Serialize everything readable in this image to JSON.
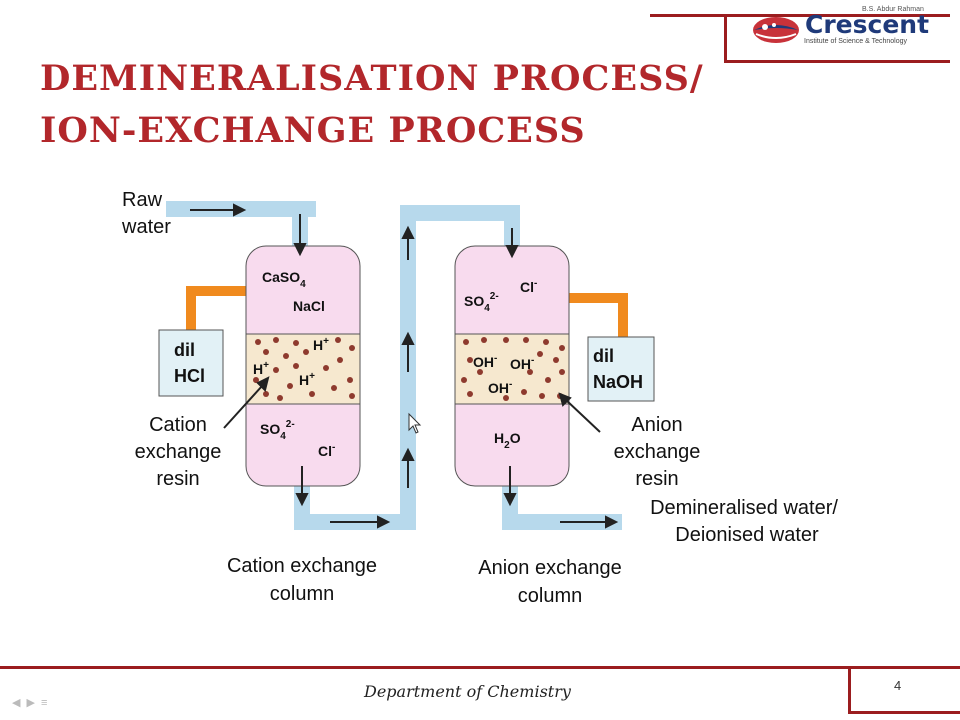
{
  "title": {
    "line1": "DEMINERALISATION PROCESS/",
    "line2": "ION-EXCHANGE PROCESS"
  },
  "logo": {
    "tag": "B.S. Abdur Rahman",
    "name": "Crescent",
    "subtitle": "Institute of Science & Technology"
  },
  "diagram": {
    "raw_water": [
      "Raw",
      "water"
    ],
    "cation_top": {
      "caso": "CaSO",
      "caso_sub": "4",
      "nacl": "NaCl"
    },
    "cation_resin": {
      "h1": "H",
      "h2": "H",
      "h3": "H",
      "sup": "+"
    },
    "cation_bottom": {
      "so": "SO",
      "so_sub": "4",
      "so_sup": "2-",
      "cl": "Cl",
      "cl_sup": "-"
    },
    "hcl_box": [
      "dil",
      "HCl"
    ],
    "cation_resin_label": [
      "Cation",
      "exchange",
      "resin"
    ],
    "cation_column_label": [
      "Cation exchange",
      "column"
    ],
    "anion_top": {
      "so": "SO",
      "so_sub": "4",
      "so_sup": "2-",
      "cl": "Cl",
      "cl_sup": "-"
    },
    "anion_resin": {
      "oh1": "OH",
      "oh2": "OH",
      "oh3": "OH",
      "sup": "-"
    },
    "anion_bottom": {
      "h": "H",
      "h_sub": "2",
      "o": "O"
    },
    "naoh_box": [
      "dil",
      "NaOH"
    ],
    "anion_resin_label": [
      "Anion",
      "exchange",
      "resin"
    ],
    "output_label": [
      "Demineralised water/",
      "Deionised water"
    ],
    "anion_column_label": [
      "Anion exchange",
      "column"
    ]
  },
  "footer": {
    "department": "Department of Chemistry",
    "page": "4"
  },
  "colors": {
    "title": "#b2272b",
    "pipe": "#b7d9ec",
    "column": "#f8dbee",
    "resin": "#f6e8cf",
    "bead": "#8e3a2e",
    "acid_pipe": "#f08a1e",
    "box": "#e2f1f6"
  }
}
